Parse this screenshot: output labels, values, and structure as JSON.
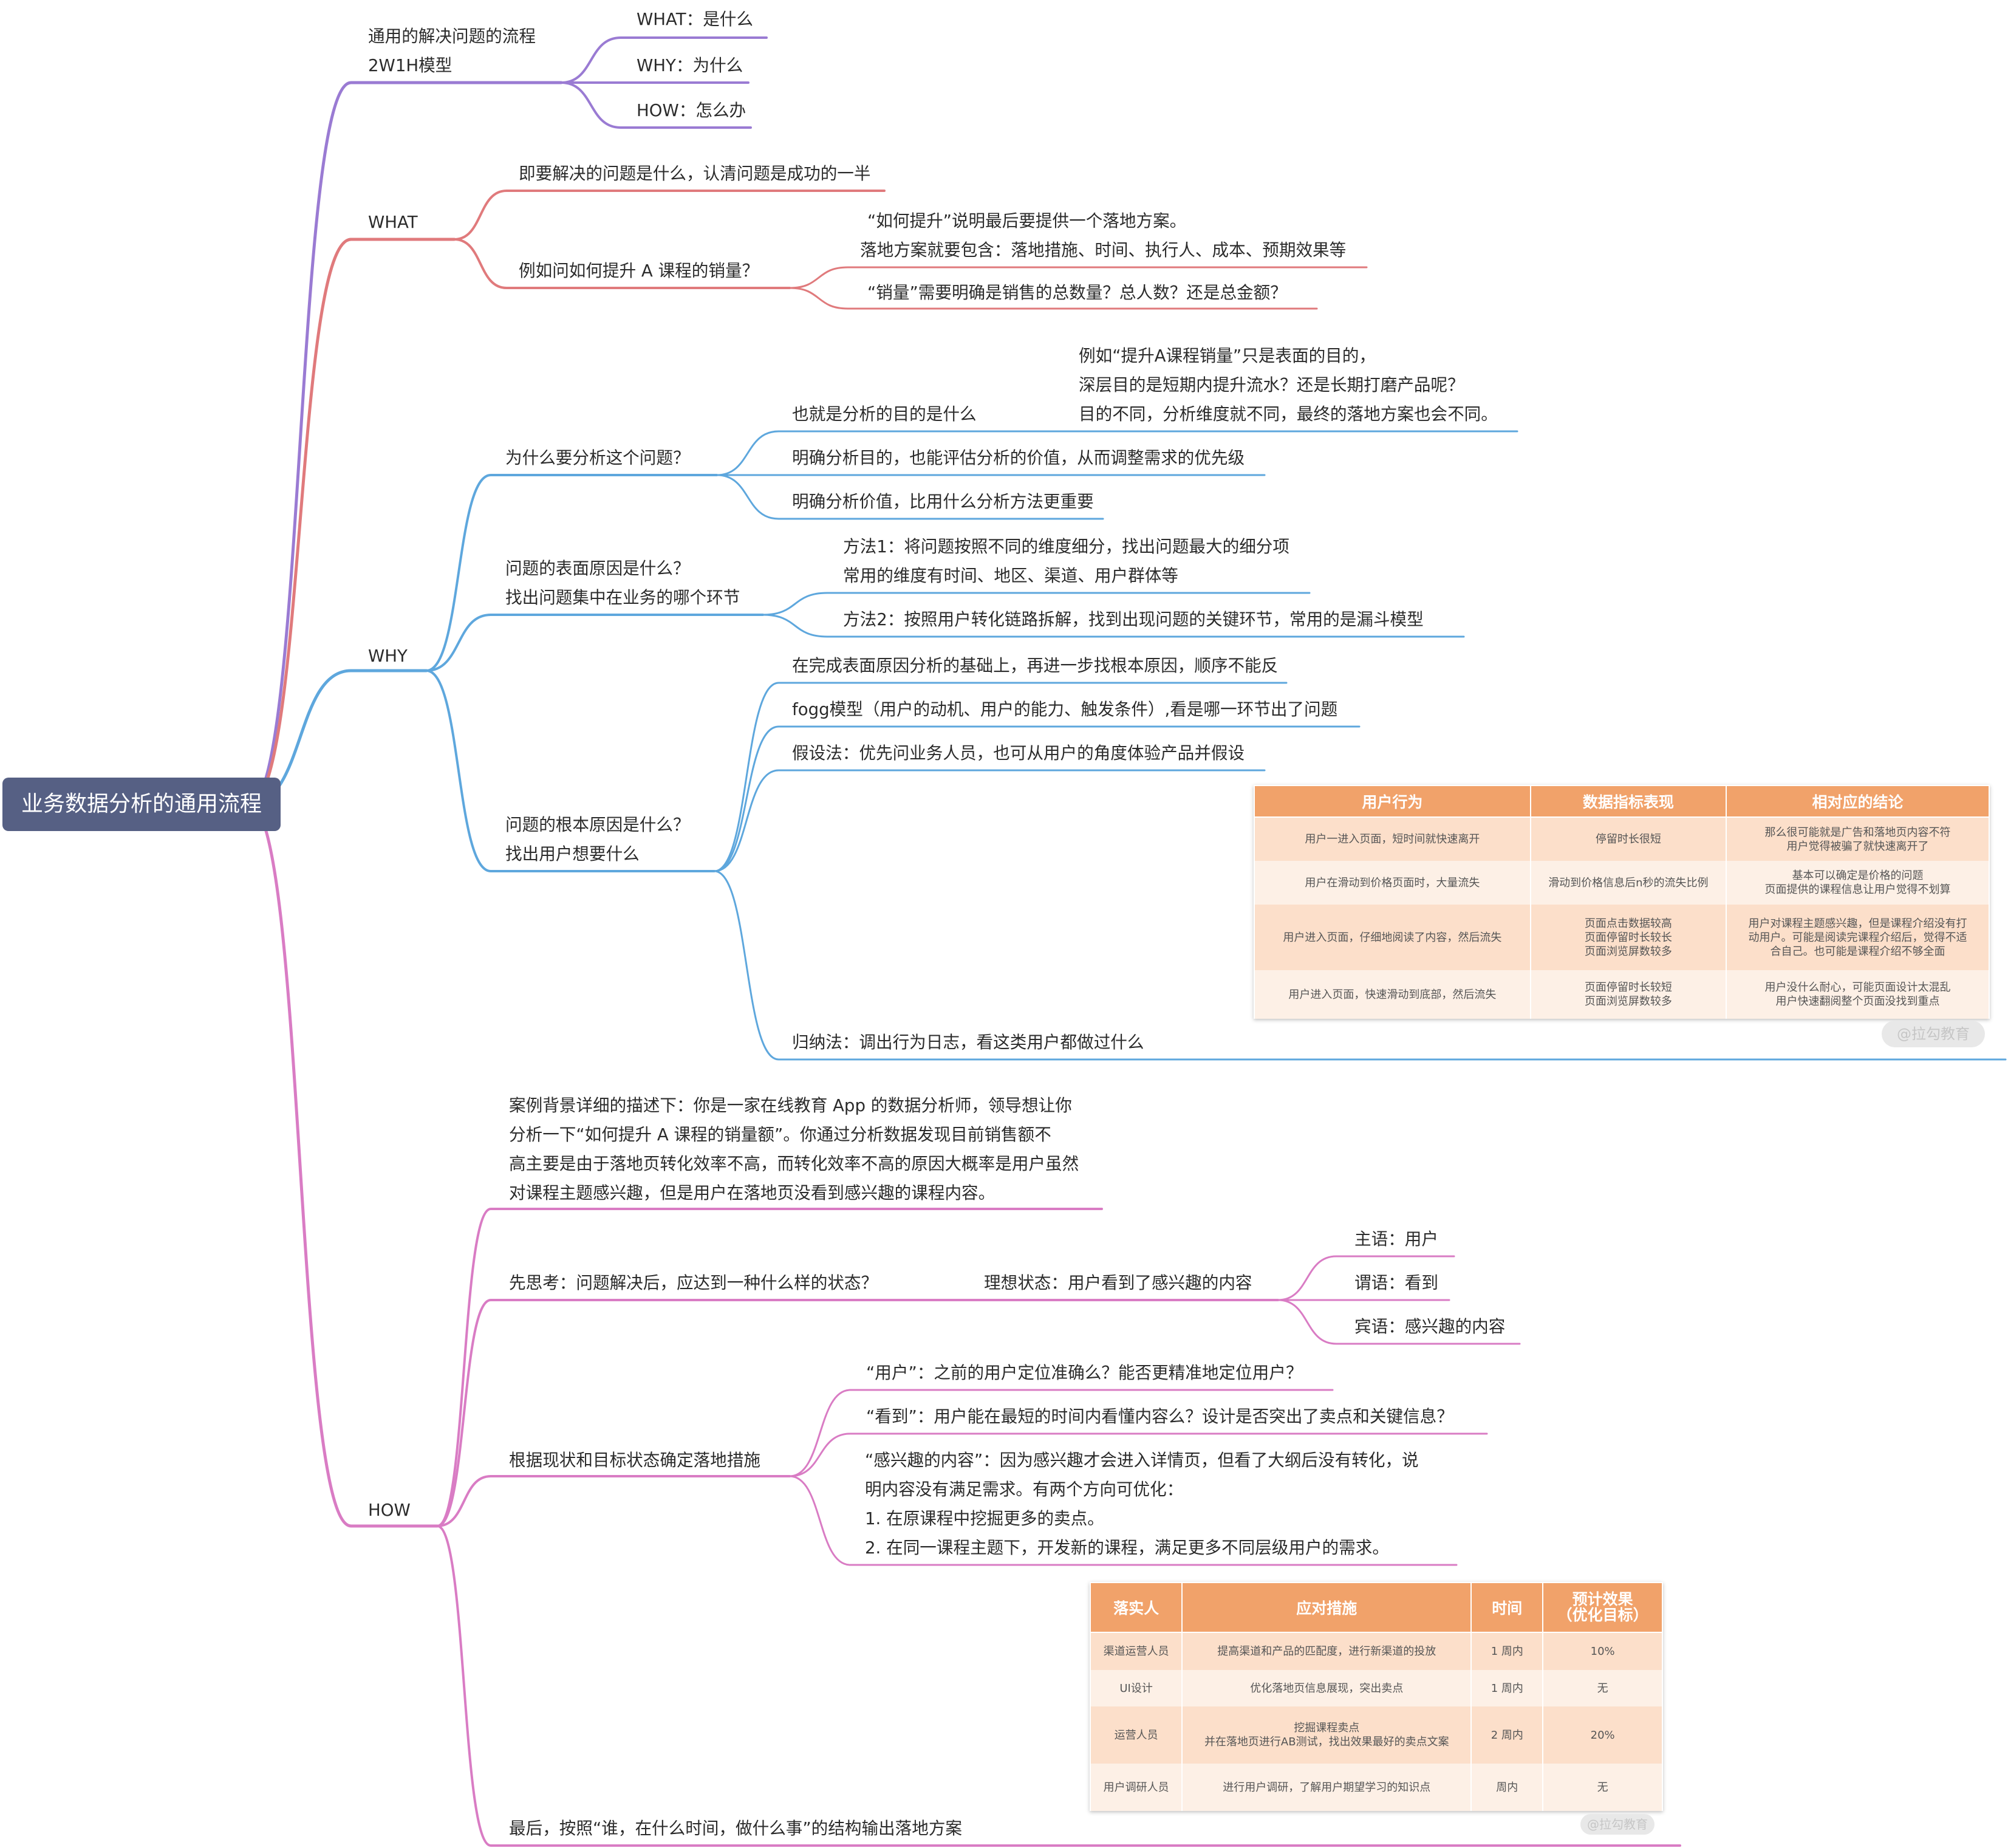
{
  "colors": {
    "root_bg": "#566084",
    "branch_2w1h": "#9a7bd3",
    "branch_what": "#e07a7c",
    "branch_why": "#5ea7dd",
    "branch_how": "#d97cc4",
    "table_header": "#f1a26a",
    "table_row_dark": "#fcdfca",
    "table_row_light": "#fdf0e6"
  },
  "root": "业务数据分析的通用流程",
  "model": {
    "line1": "通用的解决问题的流程",
    "line2": "2W1H模型",
    "what": "WHAT：是什么",
    "why": "WHY：为什么",
    "how": "HOW：怎么办"
  },
  "what": {
    "label": "WHAT",
    "c1": "即要解决的问题是什么，认清问题是成功的一半",
    "c2": "例如问如何提升 A 课程的销量？",
    "c2a": "“如何提升”说明最后要提供一个落地方案。",
    "c2b": "落地方案就要包含：落地措施、时间、执行人、成本、预期效果等",
    "c2c": "“销量”需要明确是销售的总数量？总人数？还是总金额？"
  },
  "why": {
    "label": "WHY",
    "q1": "为什么要分析这个问题？",
    "q1a": "也就是分析的目的是什么",
    "q1a_note1": "例如“提升A课程销量”只是表面的目的，",
    "q1a_note2": "深层目的是短期内提升流水？还是长期打磨产品呢？",
    "q1a_note3": "目的不同，分析维度就不同，最终的落地方案也会不同。",
    "q1b": "明确分析目的，也能评估分析的价值，从而调整需求的优先级",
    "q1c": "明确分析价值，比用什么分析方法更重要",
    "q2_line1": "问题的表面原因是什么？",
    "q2_line2": "找出问题集中在业务的哪个环节",
    "q2a_line1": "方法1：将问题按照不同的维度细分，找出问题最大的细分项",
    "q2a_line2": "常用的维度有时间、地区、渠道、用户群体等",
    "q2b": "方法2：按照用户转化链路拆解，找到出现问题的关键环节，常用的是漏斗模型",
    "q3_line1": "问题的根本原因是什么？",
    "q3_line2": "找出用户想要什么",
    "q3a": "在完成表面原因分析的基础上，再进一步找根本原因，顺序不能反",
    "q3b": "fogg模型（用户的动机、用户的能力、触发条件）,看是哪一环节出了问题",
    "q3c": "假设法：优先问业务人员，也可从用户的角度体验产品并假设",
    "q3d": "归纳法：调出行为日志，看这类用户都做过什么"
  },
  "behavior_table": {
    "headers": [
      "用户行为",
      "数据指标表现",
      "相对应的结论"
    ],
    "rows": [
      [
        "用户一进入页面，短时间就快速离开",
        "停留时长很短",
        "那么很可能就是广告和落地页内容不符|用户觉得被骗了就快速离开了"
      ],
      [
        "用户在滑动到价格页面时，大量流失",
        "滑动到价格信息后n秒的流失比例",
        "基本可以确定是价格的问题|页面提供的课程信息让用户觉得不划算"
      ],
      [
        "用户进入页面，仔细地阅读了内容，然后流失",
        "页面点击数据较高|页面停留时长较长|页面浏览屏数较多",
        "用户对课程主题感兴趣，但是课程介绍没有打|动用户。可能是阅读完课程介绍后，觉得不适|合自己。也可能是课程介绍不够全面"
      ],
      [
        "用户进入页面，快速滑动到底部，然后流失",
        "页面停留时长较短|页面浏览屏数较多",
        "用户没什么耐心，可能页面设计太混乱|用户快速翻阅整个页面没找到重点"
      ]
    ],
    "watermark": "@拉勾教育"
  },
  "how": {
    "label": "HOW",
    "bg1": "案例背景详细的描述下：你是一家在线教育 App 的数据分析师，领导想让你",
    "bg2": "分析一下“如何提升 A 课程的销量额”。你通过分析数据发现目前销售额不",
    "bg3": "高主要是由于落地页转化效率不高，而转化效率不高的原因大概率是用户虽然",
    "bg4": "对课程主题感兴趣，但是用户在落地页没看到感兴趣的课程内容。",
    "think": "先思考：问题解决后，应达到一种什么样的状态？",
    "ideal": "理想状态：用户看到了感兴趣的内容",
    "subject": "主语：用户",
    "predicate": "谓语：看到",
    "object": "宾语：感兴趣的内容",
    "measures": "根据现状和目标状态确定落地措施",
    "m1": "“用户”：之前的用户定位准确么？能否更精准地定位用户？",
    "m2": "“看到”：用户能在最短的时间内看懂内容么？设计是否突出了卖点和关键信息？",
    "m3_1": "“感兴趣的内容”：因为感兴趣才会进入详情页，但看了大纲后没有转化，说",
    "m3_2": "明内容没有满足需求。有两个方向可优化：",
    "m3_3": "1. 在原课程中挖掘更多的卖点。",
    "m3_4": "2. 在同一课程主题下，开发新的课程，满足更多不同层级用户的需求。",
    "final": "最后，按照“谁，在什么时间，做什么事”的结构输出落地方案"
  },
  "plan_table": {
    "headers": [
      "落实人",
      "应对措施",
      "时间",
      "预计效果|（优化目标）"
    ],
    "rows": [
      [
        "渠道运营人员",
        "提高渠道和产品的匹配度，进行新渠道的投放",
        "1 周内",
        "10%"
      ],
      [
        "UI设计",
        "优化落地页信息展现，突出卖点",
        "1 周内",
        "无"
      ],
      [
        "运营人员",
        "挖掘课程卖点|并在落地页进行AB测试，找出效果最好的卖点文案",
        "2 周内",
        "20%"
      ],
      [
        "用户调研人员",
        "进行用户调研，了解用户期望学习的知识点",
        "周内",
        "无"
      ]
    ],
    "watermark": "@拉勾教育"
  }
}
